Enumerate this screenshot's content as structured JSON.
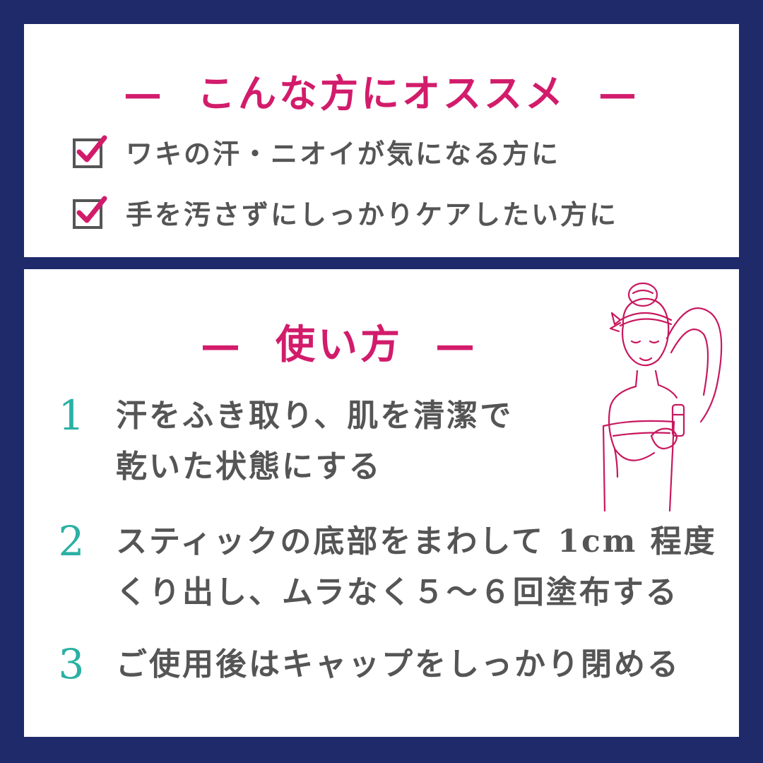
{
  "recommend": {
    "title": "こんな方にオススメ",
    "dash": "—",
    "items": [
      "ワキの汗・ニオイが気になる方に",
      "手を汚さずにしっかりケアしたい方に"
    ]
  },
  "usage": {
    "title": "使い方",
    "dash": "—",
    "steps": [
      {
        "num": "1",
        "lines": [
          "汗をふき取り、肌を清潔で",
          "乾いた状態にする"
        ]
      },
      {
        "num": "2",
        "lines": [
          "スティックの底部をまわして 1cm 程度",
          "くり出し、ムラなく５～６回塗布する"
        ]
      },
      {
        "num": "3",
        "lines": [
          "ご使用後はキャップをしっかり閉める"
        ]
      }
    ]
  },
  "colors": {
    "navy": "#1f2a6b",
    "accent_pink": "#d21c6b",
    "teal": "#2bb0a4",
    "text_gray": "#555555"
  },
  "icons": [
    "checkbox-checked-icon",
    "woman-applying-deodorant-illustration"
  ]
}
